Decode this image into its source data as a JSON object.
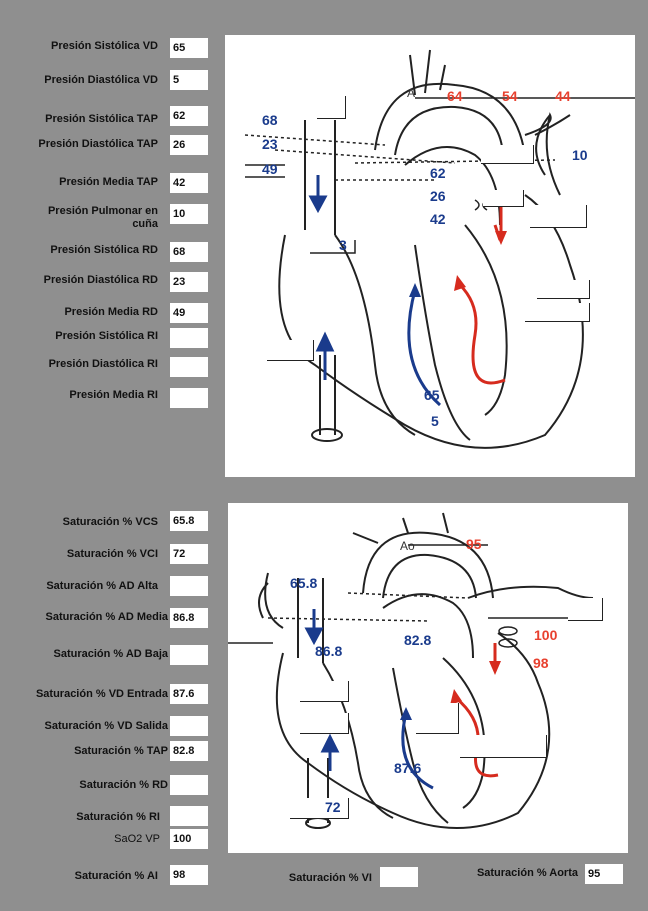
{
  "pressures": [
    {
      "label": "Presión Sistólica VD",
      "value": "65"
    },
    {
      "label": "Presión Diastólica VD",
      "value": "5"
    },
    {
      "label": "Presión Sistólica TAP",
      "value": "62"
    },
    {
      "label": "Presión Diastólica TAP",
      "value": "26"
    },
    {
      "label": "Presión Media TAP",
      "value": "42"
    },
    {
      "label": "Presión Pulmonar en cuña",
      "value": "10"
    },
    {
      "label": "Presión Sistólica RD",
      "value": "68"
    },
    {
      "label": "Presión Diastólica  RD",
      "value": "23"
    },
    {
      "label": "Presión Media  RD",
      "value": "49"
    },
    {
      "label": "Presión Sistólica RI",
      "value": ""
    },
    {
      "label": "Presión Diastólica RI",
      "value": ""
    },
    {
      "label": "Presión Media RI",
      "value": ""
    }
  ],
  "saturations": [
    {
      "label": "Saturación % VCS",
      "value": "65.8"
    },
    {
      "label": "Saturación % VCI",
      "value": "72"
    },
    {
      "label": "Saturación % AD Alta",
      "value": ""
    },
    {
      "label": "Saturación % AD Media",
      "value": "86.8"
    },
    {
      "label": "Saturación % AD Baja",
      "value": ""
    },
    {
      "label": "Saturación % VD Entrada",
      "value": "87.6"
    },
    {
      "label": "Saturación % VD Salida",
      "value": ""
    },
    {
      "label": "Saturación % TAP",
      "value": "82.8"
    },
    {
      "label": "Saturación % RD",
      "value": ""
    },
    {
      "label": "Saturación % RI",
      "value": ""
    },
    {
      "label": "SaO2 VP",
      "value": "100"
    }
  ],
  "bottom": [
    {
      "label": "Saturación % AI",
      "value": "98"
    },
    {
      "label": "Saturación % VI",
      "value": ""
    },
    {
      "label": "Saturación % Aorta",
      "value": "95"
    }
  ],
  "diagram1": {
    "aorta_label": "A",
    "aorta_values": [
      "64",
      "54",
      "44"
    ],
    "left_values": [
      "68",
      "23",
      "49"
    ],
    "pa_values": [
      "62",
      "26",
      "42"
    ],
    "wedge": "10",
    "ra": "3",
    "rv_values": [
      "65",
      "5"
    ]
  },
  "diagram2": {
    "aorta_label": "Ao",
    "aorta_sat": "95",
    "vcs": "65.8",
    "ad": "86.8",
    "tap": "82.8",
    "pv": "100",
    "la": "98",
    "rv": "87.6",
    "vci": "72"
  }
}
